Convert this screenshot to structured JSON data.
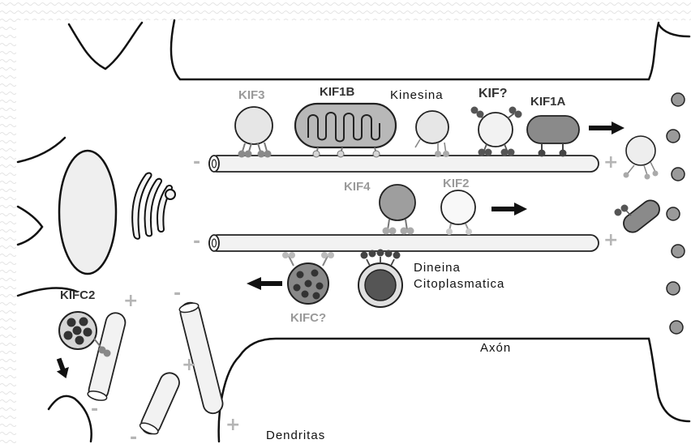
{
  "labels": {
    "kif3": "KIF3",
    "kif1b": "KIF1B",
    "kinesina": "Kinesina",
    "kif_unknown": "KIF?",
    "kif1a": "KIF1A",
    "kif4": "KIF4",
    "kif2": "KIF2",
    "dineina_line1": "Dineina",
    "dineina_line2": "Citoplasmatica",
    "kifc_unknown": "KIFC?",
    "kifc2": "KIFC2",
    "axon": "Axón",
    "dendritas": "Dendritas"
  },
  "signs": {
    "minus": "-",
    "plus": "+"
  },
  "colors": {
    "label_grey": "#9a9a9a",
    "label_dark": "#333333",
    "polarity_sign": "#b5b5b5"
  }
}
